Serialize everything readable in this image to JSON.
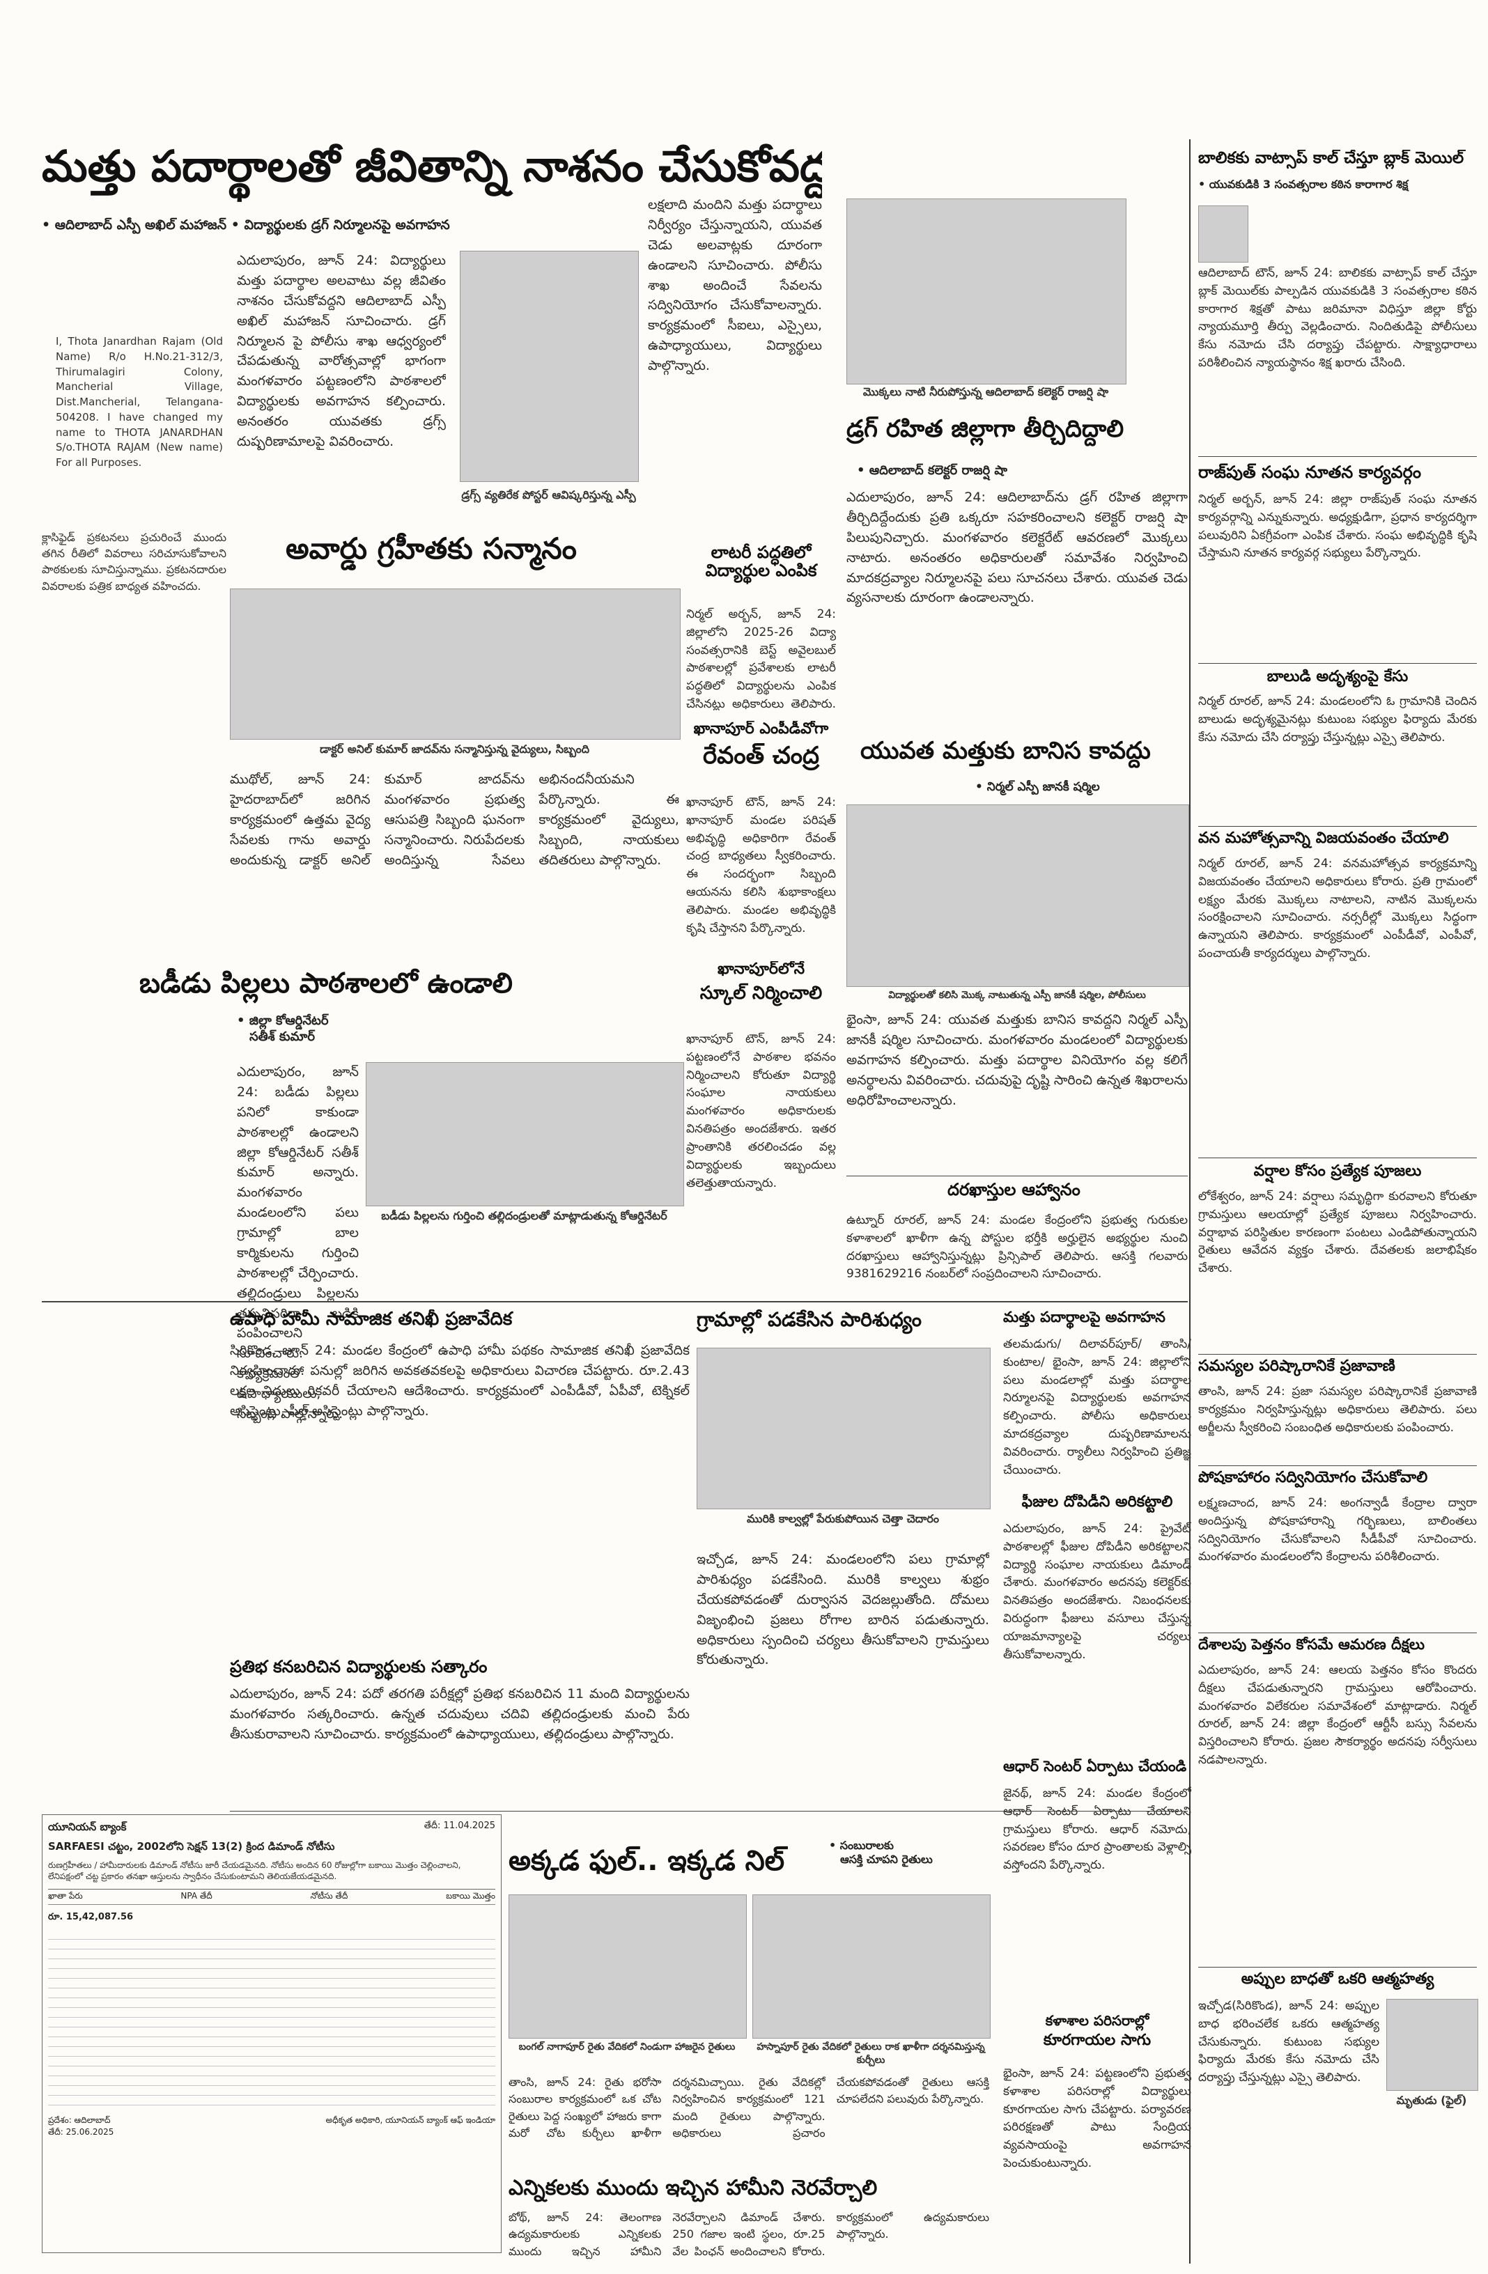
{
  "main": {
    "headline": "మత్తు పదార్థాలతో జీవితాన్ని నాశనం చేసుకోవద్దు",
    "byline": "ఆదిలాబాద్ ఎస్పీ అఖిల్ మహాజన్ • విద్యార్థులకు డ్రగ్ నిర్మూలనపై అవగాహన",
    "body1": "ఎదులాపురం, జూన్ 24: విద్యార్థులు మత్తు పదార్థాల అలవాటు వల్ల జీవితం నాశనం చేసుకోవద్దని ఆదిలాబాద్ ఎస్పీ అఖిల్ మహాజన్ సూచించారు. డ్రగ్ నిర్మూలన పై పోలీసు శాఖ ఆధ్వర్యంలో చేపడుతున్న వారోత్సవాల్లో భాగంగా మంగళవారం పట్టణంలోని పాఠశాలలో విద్యార్థులకు అవగాహన కల్పించారు. అనంతరం యువతకు డ్రగ్స్ దుష్పరిణామాలపై వివరించారు.",
    "body2": "లక్షలాది మందిని మత్తు పదార్థాలు నిర్వీర్యం చేస్తున్నాయని, యువత చెడు అలవాట్లకు దూరంగా ఉండాలని సూచించారు. పోలీసు శాఖ అందించే సేవలను సద్వినియోగం చేసుకోవాలన్నారు. కార్యక్రమంలో సీఐలు, ఎస్సైలు, ఉపాధ్యాయులు, విద్యార్థులు పాల్గొన్నారు.",
    "photo_caption": "డ్రగ్స్ వ్యతిరేక పోస్టర్ ఆవిష్కరిస్తున్న ఎస్పీ"
  },
  "name_change": "I, Thota Janardhan Rajam (Old Name) R/o H.No.21-312/3, Thirumalagiri Colony, Mancherial Village, Dist.Mancherial, Telangana-504208. I have changed my name to THOTA JANARDHAN S/o.THOTA RAJAM (New name) For all Purposes.",
  "classified_notice": "క్లాసిఫైడ్ ప్రకటనలు ప్రచురించే ముందు తగిన రీతిలో వివరాలు సరిచూసుకోవాలని పాఠకులకు సూచిస్తున్నాము. ప్రకటనదారుల వివరాలకు పత్రిక బాధ్యత వహించదు.",
  "award": {
    "headline": "అవార్డు గ్రహీతకు సన్మానం",
    "caption": "డాక్టర్ అనిల్ కుమార్ జాదవ్‌ను సన్మానిస్తున్న వైద్యులు, సిబ్బంది",
    "body": "ముథోల్, జూన్ 24: హైదరాబాద్‌లో జరిగిన కార్యక్రమంలో ఉత్తమ వైద్య సేవలకు గాను అవార్డు అందుకున్న డాక్టర్ అనిల్ కుమార్ జాదవ్‌ను మంగళవారం ప్రభుత్వ ఆసుపత్రి సిబ్బంది ఘనంగా సన్మానించారు. నిరుపేదలకు అందిస్తున్న సేవలు అభినందనీయమని పేర్కొన్నారు. ఈ కార్యక్రమంలో వైద్యులు, సిబ్బంది, నాయకులు తదితరులు పాల్గొన్నారు."
  },
  "lottery": {
    "headline": "లాటరీ పద్ధతిలో విద్యార్థుల ఎంపిక",
    "body": "నిర్మల్ అర్బన్, జూన్ 24: జిల్లాలోని 2025-26 విద్యా సంవత్సరానికి బెస్ట్ అవైలబుల్ పాఠశాలల్లో ప్రవేశాలకు లాటరీ పద్ధతిలో విద్యార్థులను ఎంపిక చేసినట్లు అధికారులు తెలిపారు. పారదర్శకంగా ప్రక్రియ నిర్వహించామన్నారు."
  },
  "mpdo": {
    "headline_1": "ఖానాపూర్ ఎంపీడీవోగా",
    "headline_2": "రేవంత్ చంద్ర",
    "body": "ఖానాపూర్ టౌన్, జూన్ 24: ఖానాపూర్ మండల పరిషత్ అభివృద్ధి అధికారిగా రేవంత్ చంద్ర బాధ్యతలు స్వీకరించారు. ఈ సందర్భంగా సిబ్బంది ఆయనను కలిసి శుభాకాంక్షలు తెలిపారు. మండల అభివృద్ధికి కృషి చేస్తానని పేర్కొన్నారు."
  },
  "school": {
    "headline": "బడీడు పిల్లలు పాఠశాలలో ఉండాలి",
    "byline_1": "జిల్లా కోఆర్డినేటర్",
    "byline_2": "సతీశ్ కుమార్",
    "caption": "బడీడు పిల్లలను గుర్తించి తల్లిదండ్రులతో మాట్లాడుతున్న కోఆర్డినేటర్",
    "body": "ఎదులాపురం, జూన్ 24: బడీడు పిల్లలు పనిలో కాకుండా పాఠశాలల్లో ఉండాలని జిల్లా కోఆర్డినేటర్ సతీశ్ కుమార్ అన్నారు. మంగళవారం మండలంలోని పలు గ్రామాల్లో బాల కార్మికులను గుర్తించి పాఠశాలల్లో చేర్పించారు. తల్లిదండ్రులు పిల్లలను తప్పనిసరిగా బడికి పంపించాలని సూచించారు. కార్యక్రమంలో ఉపాధ్యాయులు, సిబ్బంది పాల్గొన్నారు."
  },
  "school_building": {
    "headline_1": "ఖానాపూర్‌లోనే",
    "headline_2": "స్కూల్ నిర్మించాలి",
    "body": "ఖానాపూర్ టౌన్, జూన్ 24: పట్టణంలోనే పాఠశాల భవనం నిర్మించాలని కోరుతూ విద్యార్థి సంఘాల నాయకులు మంగళవారం అధికారులకు వినతిపత్రం అందజేశారు. ఇతర ప్రాంతానికి తరలించడం వల్ల విద్యార్థులకు ఇబ్బందులు తలెత్తుతాయన్నారు."
  },
  "drug_free": {
    "caption": "మొక్కలు నాటి నీరుపోస్తున్న ఆదిలాబాద్ కలెక్టర్ రాజర్షి షా",
    "headline": "డ్రగ్ రహిత జిల్లాగా తీర్చిదిద్దాలి",
    "byline": "ఆదిలాబాద్ కలెక్టర్ రాజర్షి షా",
    "body": "ఎదులాపురం, జూన్ 24: ఆదిలాబాద్‌ను డ్రగ్ రహిత జిల్లాగా తీర్చిదిద్దేందుకు ప్రతి ఒక్కరూ సహకరించాలని కలెక్టర్ రాజర్షి షా పిలుపునిచ్చారు. మంగళవారం కలెక్టరేట్ ఆవరణలో మొక్కలు నాటారు. అనంతరం అధికారులతో సమావేశం నిర్వహించి మాదకద్రవ్యాల నిర్మూలనపై పలు సూచనలు చేశారు. యువత చెడు వ్యసనాలకు దూరంగా ఉండాలన్నారు."
  },
  "youth": {
    "headline": "యువత మత్తుకు బానిస కావద్దు",
    "byline": "నిర్మల్ ఎస్పీ జానకీ షర్మిల",
    "caption": "విద్యార్థులతో కలిసి మొక్క నాటుతున్న ఎస్పీ జానకీ షర్మిల, పోలీసులు",
    "body": "భైంసా, జూన్ 24: యువత మత్తుకు బానిస కావద్దని నిర్మల్ ఎస్పీ జానకీ షర్మిల సూచించారు. మంగళవారం మండలంలో విద్యార్థులకు అవగాహన కల్పించారు. మత్తు పదార్థాల వినియోగం వల్ల కలిగే అనర్థాలను వివరించారు. చదువుపై దృష్టి సారించి ఉన్నత శిఖరాలను అధిరోహించాలన్నారు."
  },
  "applications": {
    "headline": "దరఖాస్తుల ఆహ్వానం",
    "body": "ఉట్నూర్ రూరల్, జూన్ 24: మండల కేంద్రంలోని ప్రభుత్వ గురుకుల కళాశాలలో ఖాళీగా ఉన్న పోస్టుల భర్తీకి అర్హులైన అభ్యర్థుల నుంచి దరఖాస్తులు ఆహ్వానిస్తున్నట్లు ప్రిన్సిపాల్ తెలిపారు. ఆసక్తి గలవారు 9381629216 నంబర్‌లో సంప్రదించాలని సూచించారు."
  },
  "whatsapp": {
    "headline": "బాలికకు వాట్సాప్ కాల్ చేస్తూ బ్లాక్ మెయిల్",
    "sub": "యువకుడికి 3 సంవత్సరాల కఠిన కారాగార శిక్ష",
    "body": "ఆదిలాబాద్ టౌన్, జూన్ 24: బాలికకు వాట్సాప్ కాల్ చేస్తూ బ్లాక్ మెయిల్‌కు పాల్పడిన యువకుడికి 3 సంవత్సరాల కఠిన కారాగార శిక్షతో పాటు జరిమానా విధిస్తూ జిల్లా కోర్టు న్యాయమూర్తి తీర్పు వెల్లడించారు. నిందితుడిపై పోలీసులు కేసు నమోదు చేసి దర్యాప్తు చేపట్టారు. సాక్ష్యాధారాలు పరిశీలించిన న్యాయస్థానం శిక్ష ఖరారు చేసింది."
  },
  "rajput": {
    "headline": "రాజ్‌పుత్ సంఘ నూతన కార్యవర్గం",
    "body": "నిర్మల్ అర్బన్, జూన్ 24: జిల్లా రాజ్‌పుత్ సంఘ నూతన కార్యవర్గాన్ని ఎన్నుకున్నారు. అధ్యక్షుడిగా, ప్రధాన కార్యదర్శిగా పలువురిని ఏకగ్రీవంగా ఎంపిక చేశారు. సంఘ అభివృద్ధికి కృషి చేస్తామని నూతన కార్యవర్గ సభ్యులు పేర్కొన్నారు."
  },
  "missing_boy": {
    "headline": "బాలుడి అదృశ్యంపై కేసు",
    "body": "నిర్మల్ రూరల్, జూన్ 24: మండలంలోని ఓ గ్రామానికి చెందిన బాలుడు అదృశ్యమైనట్లు కుటుంబ సభ్యుల ఫిర్యాదు మేరకు కేసు నమోదు చేసి దర్యాప్తు చేస్తున్నట్లు ఎస్సై తెలిపారు."
  },
  "vanamahotsav": {
    "headline": "వన మహోత్సవాన్ని విజయవంతం చేయాలి",
    "body": "నిర్మల్ రూరల్, జూన్ 24: వనమహోత్సవ కార్యక్రమాన్ని విజయవంతం చేయాలని అధికారులు కోరారు. ప్రతి గ్రామంలో లక్ష్యం మేరకు మొక్కలు నాటాలని, నాటిన మొక్కలను సంరక్షించాలని సూచించారు. నర్సరీల్లో మొక్కలు సిద్ధంగా ఉన్నాయని తెలిపారు. కార్యక్రమంలో ఎంపీడీవో, ఎంపీవో, పంచాయతీ కార్యదర్శులు పాల్గొన్నారు."
  },
  "rain_pooja": {
    "headline": "వర్షాల కోసం ప్రత్యేక పూజలు",
    "body": "లోకేశ్వరం, జూన్ 24: వర్షాలు సమృద్ధిగా కురవాలని కోరుతూ గ్రామస్తులు ఆలయాల్లో ప్రత్యేక పూజలు నిర్వహించారు. వర్షాభావ పరిస్థితుల కారణంగా పంటలు ఎండిపోతున్నాయని రైతులు ఆవేదన వ్యక్తం చేశారు. దేవతలకు జలాభిషేకం చేశారు."
  },
  "problems": {
    "headline": "సమస్యల పరిష్కారానికే ప్రజావాణి",
    "body": "తాంసి, జూన్ 24: ప్రజా సమస్యల పరిష్కారానికే ప్రజావాణి కార్యక్రమం నిర్వహిస్తున్నట్లు అధికారులు తెలిపారు. పలు అర్జీలను స్వీకరించి సంబంధిత అధికారులకు పంపించారు."
  },
  "nutrition": {
    "headline": "పోషకాహారం సద్వినియోగం చేసుకోవాలి",
    "body": "లక్ష్మణచాంద, జూన్ 24: అంగన్వాడీ కేంద్రాల ద్వారా అందిస్తున్న పోషకాహారాన్ని గర్భిణులు, బాలింతలు సద్వినియోగం చేసుకోవాలని సీడీపీవో సూచించారు. మంగళవారం మండలంలోని కేంద్రాలను పరిశీలించారు."
  },
  "temple": {
    "headline": "దేశాలపు పెత్తనం కోసమే ఆమరణ దీక్షలు",
    "body": "ఎదులాపురం, జూన్ 24: ఆలయ పెత్తనం కోసం కొందరు దీక్షలు చేపడుతున్నారని గ్రామస్తులు ఆరోపించారు. మంగళవారం విలేకరుల సమావేశంలో మాట్లాడారు. నిర్మల్ రూరల్, జూన్ 24: జిల్లా కేంద్రంలో ఆర్టీసీ బస్సు సేవలను విస్తరించాలని కోరారు. ప్రజల సౌకర్యార్థం అదనపు సర్వీసులు నడపాలన్నారు."
  },
  "suicide": {
    "headline": "అప్పుల బాధతో ఒకరి ఆత్మహత్య",
    "caption": "మృతుడు (ఫైల్)",
    "body": "ఇచ్చోడ(సిరికొండ), జూన్ 24: అప్పుల బాధ భరించలేక ఒకరు ఆత్మహత్య చేసుకున్నారు. కుటుంబ సభ్యుల ఫిర్యాదు మేరకు కేసు నమోదు చేసి దర్యాప్తు చేస్తున్నట్లు ఎస్సై తెలిపారు."
  },
  "upadhi": {
    "headline": "ఉపాధి హామీ సామాజిక తనిఖీ ప్రజావేదిక",
    "body": "సిరికొండ, జూన్ 24: మండల కేంద్రంలో ఉపాధి హామీ పథకం సామాజిక తనిఖీ ప్రజావేదిక నిర్వహించారు. పనుల్లో జరిగిన అవకతవకలపై అధికారులు విచారణ చేపట్టారు. రూ.2.43 లక్షల నిధులు రికవరీ చేయాలని ఆదేశించారు. కార్యక్రమంలో ఎంపీడీవో, ఏపీవో, టెక్నికల్ అసిస్టెంట్లు, ఫీల్డ్ అసిస్టెంట్లు పాల్గొన్నారు."
  },
  "felicitation": {
    "headline": "ప్రతిభ కనబరిచిన విద్యార్థులకు సత్కారం",
    "body": "ఎదులాపురం, జూన్ 24: పదో తరగతి పరీక్షల్లో ప్రతిభ కనబరిచిన 11 మంది విద్యార్థులను మంగళవారం సత్కరించారు. ఉన్నత చదువులు చదివి తల్లిదండ్రులకు మంచి పేరు తీసుకురావాలని సూచించారు. కార్యక్రమంలో ఉపాధ్యాయులు, తల్లిదండ్రులు పాల్గొన్నారు."
  },
  "sanitation": {
    "headline": "గ్రామాల్లో పడకేసిన పారిశుధ్యం",
    "caption": "మురికి కాల్వల్లో పేరుకుపోయిన చెత్తా చెదారం",
    "body": "ఇచ్చోడ, జూన్ 24: మండలంలోని పలు గ్రామాల్లో పారిశుధ్యం పడకేసింది. మురికి కాల్వలు శుభ్రం చేయకపోవడంతో దుర్వాసన వెదజల్లుతోంది. దోమలు విజృంభించి ప్రజలు రోగాల బారిన పడుతున్నారు. అధికారులు స్పందించి చర్యలు తీసుకోవాలని గ్రామస్తులు కోరుతున్నారు."
  },
  "awareness": {
    "headline": "మత్తు పదార్థాలపై అవగాహన",
    "body": "తలమడుగు/ దిలావర్‌పూర్/ తాంసి/ కుంటాల/ భైంసా, జూన్ 24: జిల్లాలోని పలు మండలాల్లో మత్తు పదార్థాల నిర్మూలనపై విద్యార్థులకు అవగాహన కల్పించారు. పోలీసు అధికారులు మాదకద్రవ్యాల దుష్పరిణామాలను వివరించారు. ర్యాలీలు నిర్వహించి ప్రతిజ్ఞ చేయించారు."
  },
  "fees": {
    "headline": "ఫీజుల దోపిడీని అరికట్టాలి",
    "body": "ఎదులాపురం, జూన్ 24: ప్రైవేట్ పాఠశాలల్లో ఫీజుల దోపిడీని అరికట్టాలని విద్యార్థి సంఘాల నాయకులు డిమాండ్ చేశారు. మంగళవారం అదనపు కలెక్టర్‌కు వినతిపత్రం అందజేశారు. నిబంధనలకు విరుద్ధంగా ఫీజులు వసూలు చేస్తున్న యాజమాన్యాలపై చర్యలు తీసుకోవాలన్నారు."
  },
  "adhar": {
    "headline": "ఆధార్ సెంటర్ ఏర్పాటు చేయండి",
    "body": "జైనథ్, జూన్ 24: మండల కేంద్రంలో ఆధార్ సెంటర్ ఏర్పాటు చేయాలని గ్రామస్తులు కోరారు. ఆధార్ నమోదు, సవరణల కోసం దూర ప్రాంతాలకు వెళ్లాల్సి వస్తోందని పేర్కొన్నారు."
  },
  "farming": {
    "headline_1": "కళాశాల పరిసరాల్లో",
    "headline_2": "కూరగాయల సాగు",
    "body": "భైంసా, జూన్ 24: పట్టణంలోని ప్రభుత్వ కళాశాల పరిసరాల్లో విద్యార్థులు కూరగాయల సాగు చేపట్టారు. పర్యావరణ పరిరక్షణతో పాటు సేంద్రియ వ్యవసాయంపై అవగాహన పెంచుకుంటున్నారు."
  },
  "crop": {
    "headline": "అక్కడ ఫుల్.. ఇక్కడ నిల్",
    "byline_1": "సంబురాలకు",
    "byline_2": "ఆసక్తి చూపని రైతులు",
    "caption1": "బంగల్ నాగాపూర్ రైతు వేదికలో నిండుగా హాజరైన రైతులు",
    "caption2": "హస్నాపూర్ రైతు వేదికలో రైతులు రాక ఖాళీగా దర్శనమిస్తున్న కుర్చీలు",
    "body": "తాంసి, జూన్ 24: రైతు భరోసా సంబురాల కార్యక్రమంలో ఒక చోట రైతులు పెద్ద సంఖ్యలో హాజరు కాగా మరో చోట కుర్చీలు ఖాళీగా దర్శనమిచ్చాయి. రైతు వేదికల్లో నిర్వహించిన కార్యక్రమంలో 121 మంది రైతులు పాల్గొన్నారు. అధికారులు ప్రచారం చేయకపోవడంతో రైతులు ఆసక్తి చూపలేదని పలువురు పేర్కొన్నారు."
  },
  "promises": {
    "headline": "ఎన్నికలకు ముందు ఇచ్చిన హామీని నెరవేర్చాలి",
    "body": "బోథ్, జూన్ 24: తెలంగాణ ఉద్యమకారులకు ఎన్నికలకు ముందు ఇచ్చిన హామీని నెరవేర్చాలని డిమాండ్ చేశారు. 250 గజాల ఇంటి స్థలం, రూ.25 వేల పింఛన్ అందించాలని కోరారు. కార్యక్రమంలో ఉద్యమకారులు పాల్గొన్నారు."
  },
  "legal": {
    "bank": "యూనియన్ బ్యాంక్",
    "date": "తేదీ: 11.04.2025",
    "title": "SARFAESI చట్టం, 2002లోని సెక్షన్ 13(2) క్రింద డిమాండ్ నోటీసు",
    "intro": "రుణగ్రహీతలు / హామీదారులకు డిమాండ్ నోటీసు జారీ చేయడమైనది. నోటీసు అందిన 60 రోజుల్లోగా బకాయి మొత్తం చెల్లించాలని, లేనిపక్షంలో చట్ట ప్రకారం తనఖా ఆస్తులను స్వాధీనం చేసుకుంటామని తెలియజేయడమైనది.",
    "headers": [
      "ఖాతా పేరు",
      "NPA తేదీ",
      "నోటీసు తేదీ",
      "బకాయి మొత్తం"
    ],
    "amount": "రూ. 15,42,087.56",
    "footer_place": "ప్రదేశం: ఆదిలాబాద్",
    "footer_date": "తేదీ: 25.06.2025",
    "signature": "అధీకృత అధికారి, యూనియన్ బ్యాంక్ ఆఫ్ ఇండియా"
  }
}
